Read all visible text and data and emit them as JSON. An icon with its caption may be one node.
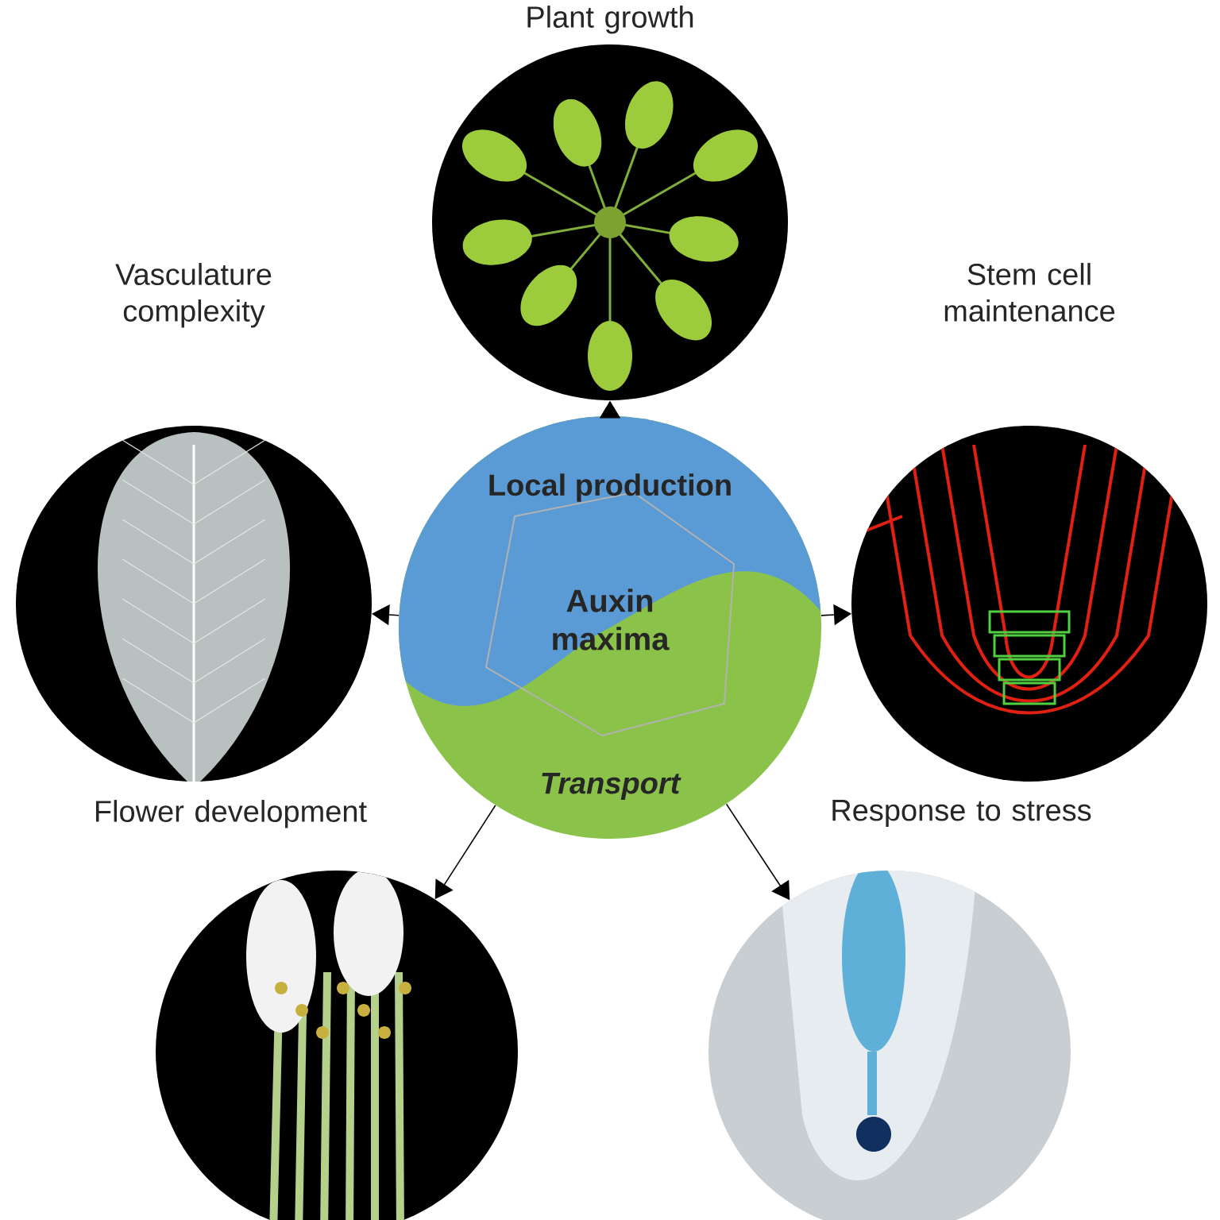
{
  "diagram": {
    "nodes": [
      {
        "text": [
          "Local production",
          "Auxin maxima",
          "Transport"
        ]
      },
      {
        "text": [
          "Plant growth"
        ]
      },
      {
        "text": [
          "Vasculature complexity"
        ]
      },
      {
        "text": [
          "Stem cell maintenance"
        ]
      },
      {
        "text": [
          "Flower development"
        ]
      },
      {
        "text": [
          "Response to stress"
        ]
      }
    ],
    "edges": [
      {
        "from": 0,
        "to": 1,
        "arrow": "to"
      },
      {
        "from": 0,
        "to": 2,
        "arrow": "to"
      },
      {
        "from": 0,
        "to": 3,
        "arrow": "to"
      },
      {
        "from": 0,
        "to": 4,
        "arrow": "to"
      },
      {
        "from": 0,
        "to": 5,
        "arrow": "to"
      }
    ]
  }
}
